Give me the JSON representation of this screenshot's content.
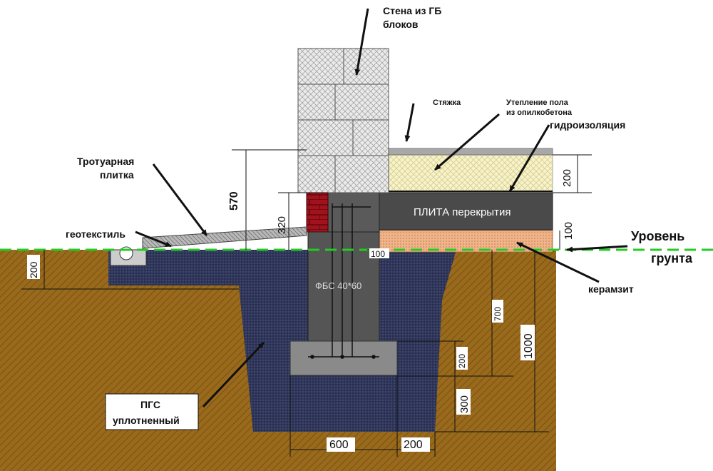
{
  "labels": {
    "wall": [
      "Стена из ГБ",
      "блоков"
    ],
    "screed": "Стяжка",
    "floor_insulation": [
      "Утепление пола",
      "из опилкобетона"
    ],
    "waterproofing": "гидроизоляция",
    "paving": [
      "Тротуарная",
      "плитка"
    ],
    "geotextile": "геотекстиль",
    "ground_level": [
      "Уровень",
      "грунта"
    ],
    "slab": "ПЛИТА перекрытия",
    "block": "ФБС 40*60",
    "expanded_clay": "керамзит",
    "pgs": [
      "ПГС",
      "уплотненный"
    ]
  },
  "dimensions": {
    "d570": "570",
    "d320": "320",
    "d200_insul": "200",
    "d100_clay": "100",
    "d100_gap": "100",
    "d200_left": "200",
    "d700": "700",
    "d1000": "1000",
    "d200_pad": "200",
    "d300": "300",
    "d600": "600",
    "d200_bottom": "200"
  },
  "colors": {
    "soil": "#9a6a1c",
    "pgs": "#2e3558",
    "concrete": "#555555",
    "slab": "#4a4a4a",
    "gas_block": "#e4e4e4",
    "insulation": "#f7f2c8",
    "clay": "#f0b48a",
    "brick": "#a0121c",
    "ground_line": "#22cc22"
  }
}
